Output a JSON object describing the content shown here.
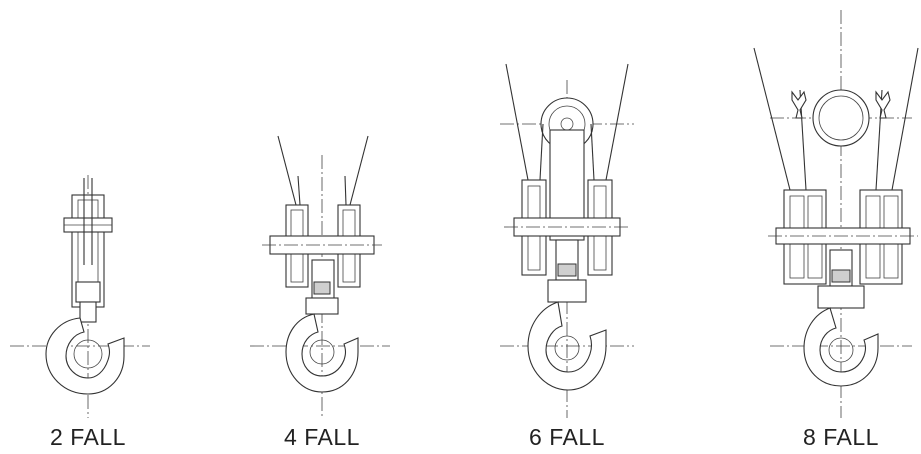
{
  "diagram": {
    "blocks": [
      {
        "id": "2-fall",
        "label": "2 FALL"
      },
      {
        "id": "4-fall",
        "label": "4 FALL"
      },
      {
        "id": "6-fall",
        "label": "6 FALL"
      },
      {
        "id": "8-fall",
        "label": "8 FALL"
      }
    ]
  }
}
